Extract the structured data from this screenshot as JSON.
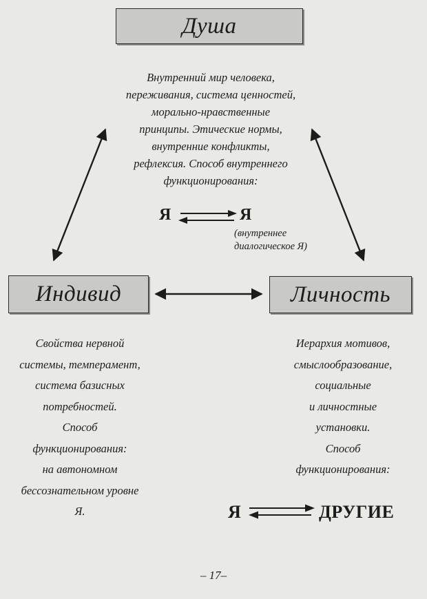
{
  "nodes": {
    "soul": {
      "title": "Душа",
      "lines": [
        "Внутренний мир человека,",
        "переживания, система ценностей,",
        "морально-нравственные",
        "принципы. Этические нормы,",
        "внутренние конфликты,",
        "рефлексия. Способ внутреннего",
        "функционирования:"
      ],
      "formula": {
        "left": "Я",
        "right": "Я"
      },
      "note_lines": [
        "(внутреннее",
        "диалогическое Я)"
      ]
    },
    "individ": {
      "title": "Индивид",
      "lines": [
        "Свойства нервной",
        "системы, темперамент,",
        "система базисных",
        "потребностей.",
        "Способ",
        "функционирования:",
        "на автономном",
        "бессознательном уровне",
        "Я."
      ]
    },
    "lichnost": {
      "title": "Личность",
      "lines": [
        "Иерархия мотивов,",
        "смыслообразование,",
        "социальные",
        "и личностные",
        "установки.",
        "Способ",
        "функционирования:"
      ],
      "formula": {
        "left": "Я",
        "right": "ДРУГИЕ"
      }
    }
  },
  "page_number": "– 17–"
}
